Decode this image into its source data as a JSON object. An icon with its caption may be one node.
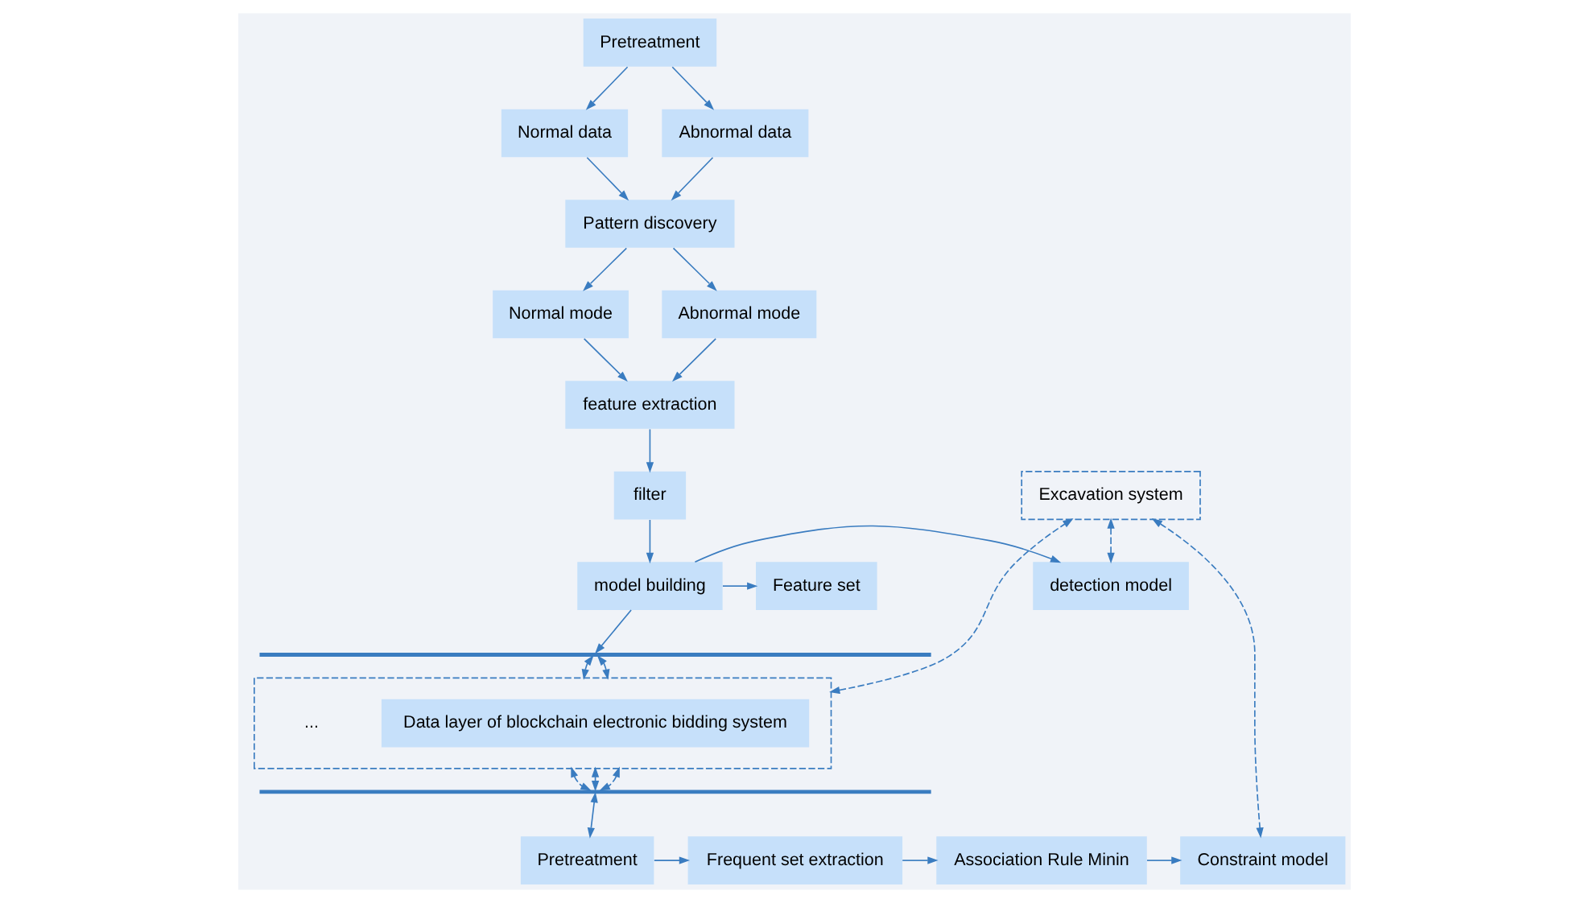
{
  "diagram": {
    "nodes": [
      {
        "text": [
          "Normal data"
        ]
      },
      {
        "text": [
          "Pretreatment"
        ]
      },
      {
        "text": [
          "Abnormal data"
        ]
      },
      {
        "text": [
          "Pattern discovery"
        ]
      },
      {
        "text": [
          "Normal mode"
        ]
      },
      {
        "text": [
          "Abnormal mode"
        ]
      },
      {
        "text": [
          "feature extraction"
        ]
      },
      {
        "text": [
          "filter"
        ]
      },
      {
        "text": [
          "Feature set"
        ]
      },
      {
        "text": [
          "model building"
        ]
      },
      {
        "text": [
          "detection model"
        ]
      },
      {
        "text": [],
        "shape": "bar"
      },
      {
        "text": [],
        "shape": "box"
      },
      {
        "text": [
          "Data layer of blockchain electronic bidding system"
        ],
        "in": 12
      },
      {
        "text": [
          "Excavation system"
        ]
      },
      {
        "text": [],
        "shape": "bar"
      },
      {
        "text": [
          "Pretreatment"
        ]
      },
      {
        "text": [
          "Frequent set extraction"
        ]
      },
      {
        "text": [
          "Association Rule Minin"
        ]
      },
      {
        "text": [
          "Constraint model"
        ]
      }
    ],
    "edges": [
      {
        "from": 1,
        "to": 0,
        "arrow": "to"
      },
      {
        "from": 1,
        "to": 2,
        "arrow": "to"
      },
      {
        "from": 0,
        "to": 3,
        "arrow": "to"
      },
      {
        "from": 2,
        "to": 3,
        "arrow": "to"
      },
      {
        "from": 3,
        "to": 4,
        "arrow": "to"
      },
      {
        "from": 3,
        "to": 5,
        "arrow": "to"
      },
      {
        "from": 4,
        "to": 6,
        "arrow": "to"
      },
      {
        "from": 5,
        "to": 6,
        "arrow": "to"
      },
      {
        "from": 6,
        "to": 7,
        "arrow": "to"
      },
      {
        "from": 7,
        "to": 9,
        "arrow": "to"
      },
      {
        "from": 9,
        "to": 8,
        "arrow": "to"
      },
      {
        "from": 9,
        "to": 10,
        "arrow": "to"
      },
      {
        "from": 9,
        "to": 11,
        "arrow": "to"
      },
      {
        "from": 11,
        "to": 12,
        "arrow": "both",
        "style": "dashed"
      },
      {
        "from": 11,
        "to": 12,
        "arrow": "both",
        "style": "dashed"
      },
      {
        "from": 12,
        "to": 15,
        "arrow": "both",
        "style": "dashed"
      },
      {
        "from": 12,
        "to": 15,
        "arrow": "both",
        "style": "dashed"
      },
      {
        "from": 12,
        "to": 15,
        "arrow": "both",
        "style": "dashed"
      },
      {
        "from": 12,
        "to": 14,
        "arrow": "both",
        "style": "dashed"
      },
      {
        "from": 14,
        "to": 10,
        "arrow": "both",
        "style": "dashed"
      },
      {
        "from": 14,
        "to": 19,
        "arrow": "both",
        "style": "dashed"
      },
      {
        "from": 15,
        "to": 16,
        "arrow": "both"
      },
      {
        "from": 16,
        "to": 17,
        "arrow": "to"
      },
      {
        "from": 17,
        "to": 18,
        "arrow": "to"
      },
      {
        "from": 18,
        "to": 19,
        "arrow": "to"
      }
    ],
    "labels": [
      "..."
    ]
  }
}
